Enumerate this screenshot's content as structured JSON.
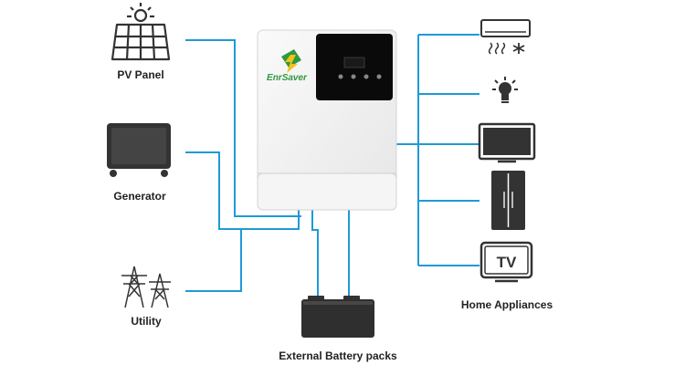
{
  "sources": [
    {
      "label": "PV Panel",
      "icon": "solar-panel-icon"
    },
    {
      "label": "Generator",
      "icon": "generator-icon"
    },
    {
      "label": "Utility",
      "icon": "power-tower-icon"
    }
  ],
  "inverter": {
    "brand": "EnrSaver",
    "icon": "inverter-icon"
  },
  "battery": {
    "label": "External Battery packs",
    "icon": "battery-icon"
  },
  "loads": {
    "label": "Home Appliances",
    "tv_text": "TV",
    "items": [
      {
        "icon": "air-conditioner-icon"
      },
      {
        "icon": "light-bulb-icon"
      },
      {
        "icon": "monitor-icon"
      },
      {
        "icon": "refrigerator-icon"
      },
      {
        "icon": "television-icon"
      }
    ]
  },
  "colors": {
    "wire": "#1e9ad6",
    "icon": "#333333",
    "brand": "#2e9a3e"
  }
}
